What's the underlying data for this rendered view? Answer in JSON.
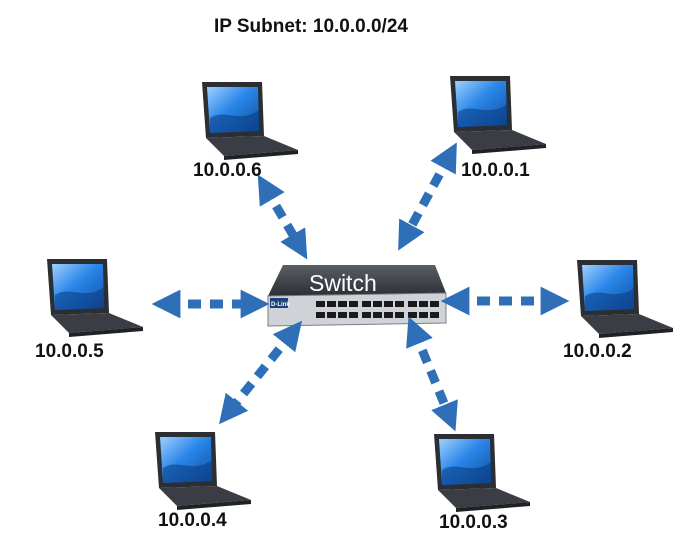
{
  "title": "IP Subnet: 10.0.0.0/24",
  "switch": {
    "label": "Switch",
    "brand": "D-Link"
  },
  "hosts": [
    {
      "id": "host-6",
      "ip": "10.0.0.6"
    },
    {
      "id": "host-1",
      "ip": "10.0.0.1"
    },
    {
      "id": "host-5",
      "ip": "10.0.0.5"
    },
    {
      "id": "host-2",
      "ip": "10.0.0.2"
    },
    {
      "id": "host-4",
      "ip": "10.0.0.4"
    },
    {
      "id": "host-3",
      "ip": "10.0.0.3"
    }
  ],
  "colors": {
    "arrow": "#2e6fb8",
    "switch_body": "#3b3f45",
    "switch_front": "#d9dde2",
    "laptop_body": "#2f3238",
    "screen": "#1b6fd1"
  }
}
